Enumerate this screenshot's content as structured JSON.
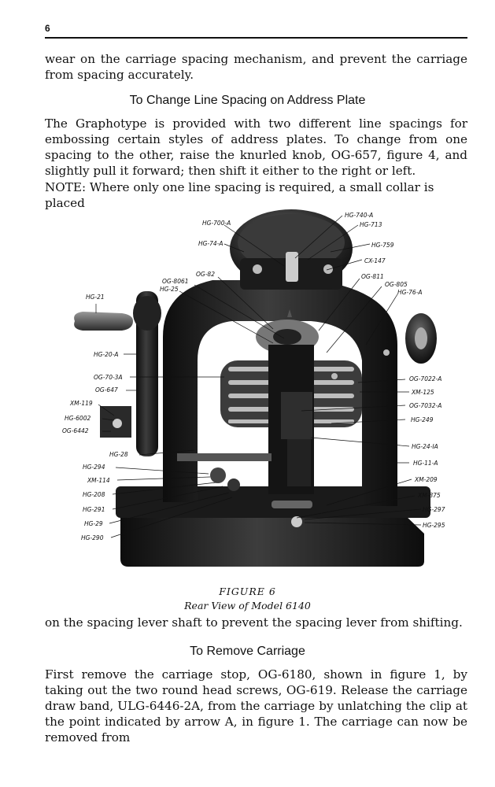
{
  "page": {
    "number": "6",
    "para1": "wear on the carriage spacing mechanism, and prevent the carriage from spacing accurately.",
    "heading1": "To Change Line Spacing on Address Plate",
    "para2": "The Graphotype is provided with two different line spacings for embossing certain styles of address plates. To change from one spacing to the other, raise the knurled knob, OG-657, figure 4, and slightly pull it forward; then shift it either to the right or left.",
    "para3": "NOTE: Where only one line spacing is required, a small collar is placed",
    "figure_caption": "FIGURE 6",
    "figure_subcaption": "Rear View of Model 6140",
    "para4": "on the spacing lever shaft to prevent the spacing lever from shifting.",
    "heading2": "To Remove Carriage",
    "para5": "First remove the carriage stop, OG-6180, shown in figure 1, by taking out the two round head screws, OG-619. Release the carriage draw band, ULG-6446-2A, from the carriage by unlatching the clip at the point indicated by arrow A, in figure 1. The carriage can now be removed from"
  },
  "figure_labels": {
    "hg740a": "HG-740-A",
    "hg700a": "HG-700-A",
    "hg713": "HG-713",
    "hg74a": "HG-74-A",
    "hg759": "HG-759",
    "cx147": "CX-147",
    "og82": "OG-82",
    "og811": "OG-811",
    "og8061": "OG-8061",
    "og805": "OG-805",
    "hg25": "HG-25",
    "hg76a": "HG-76-A",
    "hg21": "HG-21",
    "hg20a": "HG-20-A",
    "og703a": "OG-70-3A",
    "og7022a": "OG-7022-A",
    "og647": "OG-647",
    "xm125": "XM-125",
    "xm119": "XM-119",
    "og7032a": "OG-7032-A",
    "hg6002": "HG-6002",
    "hg249": "HG-249",
    "og6442": "OG-6442",
    "hg24ia": "HG-24-IA",
    "hg28": "HG-28",
    "hg11a": "HG-11-A",
    "hg294": "HG-294",
    "xm209": "XM-209",
    "xm114": "XM-114",
    "xm875": "XM-875",
    "hg208": "HG-208",
    "hg297": "HG-297",
    "hg291": "HG-291",
    "hg295": "HG-295",
    "hg29": "HG-29",
    "hg290": "HG-290"
  }
}
